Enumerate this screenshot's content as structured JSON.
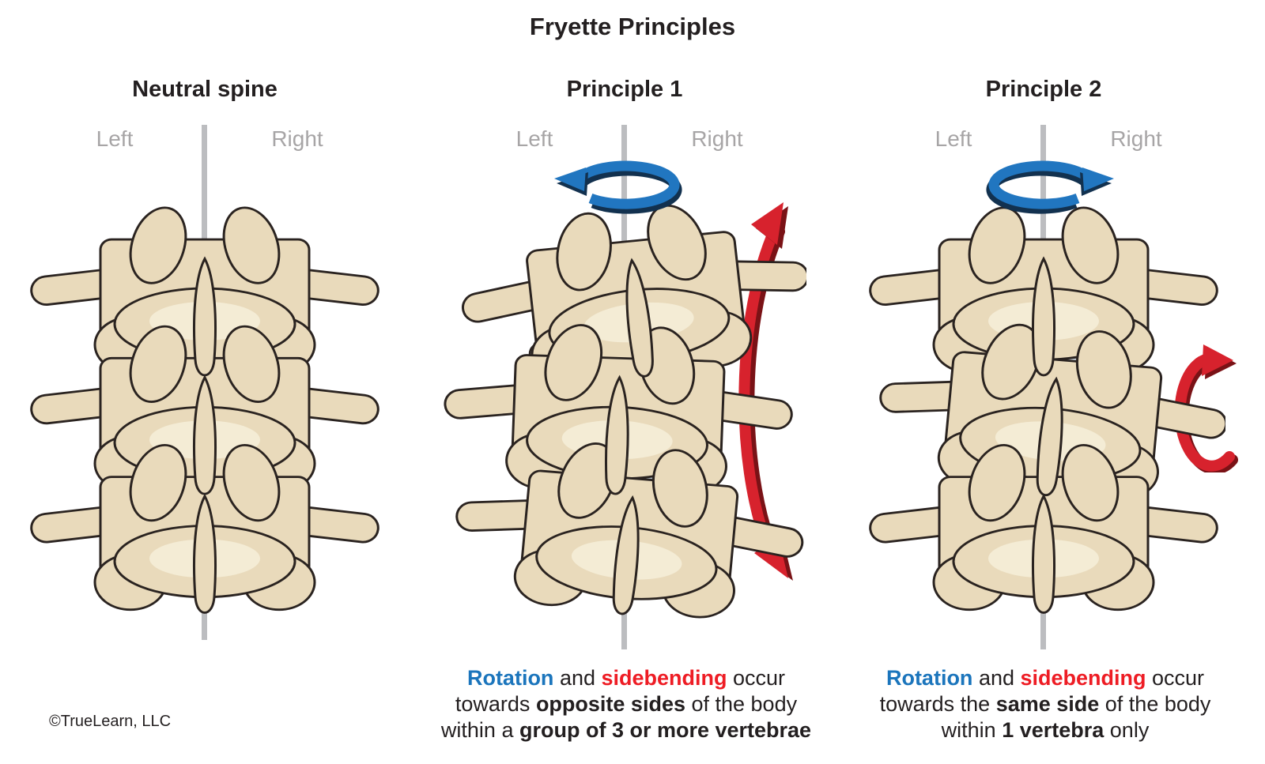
{
  "title": "Fryette Principles",
  "copyright": "©TrueLearn, LLC",
  "columns": [
    {
      "header": "Neutral spine",
      "left_label": "Left",
      "right_label": "Right"
    },
    {
      "header": "Principle 1",
      "left_label": "Left",
      "right_label": "Right",
      "caption": {
        "rotation": "Rotation",
        "and": " and ",
        "sidebending": "sidebending",
        "occur": " occur",
        "l2a": "towards ",
        "l2b": "opposite sides",
        "l2c": " of the body",
        "l3a": "within a ",
        "l3b": "group of 3 or more vertebrae",
        "l3c": ""
      }
    },
    {
      "header": "Principle 2",
      "left_label": "Left",
      "right_label": "Right",
      "caption": {
        "rotation": "Rotation",
        "and": " and ",
        "sidebending": "sidebending",
        "occur": " occur",
        "l2a": "towards the ",
        "l2b": "same side",
        "l2c": " of the body",
        "l3a": "within ",
        "l3b": "1 vertebra",
        "l3c": " only"
      }
    }
  ],
  "icons": {
    "rotation_arrow": "circular-axis-rotation-arrow",
    "sidebending_arrow": "curved-sidebending-arrow"
  },
  "colors": {
    "bone": "#e9dabb",
    "bone_light": "#f6eed9",
    "outline": "#2a2320",
    "disc": "#ccd5dc",
    "disc_shadow": "#aab4bf",
    "axis_line": "#bcbdc0",
    "label_gray": "#a7a5a6",
    "text_black": "#231f20",
    "blue": "#2176c0",
    "navy": "#12314f",
    "red": "#d7222d",
    "red_dark": "#7a1216",
    "caption_blue": "#1b75bc",
    "caption_red": "#ee1c24"
  }
}
